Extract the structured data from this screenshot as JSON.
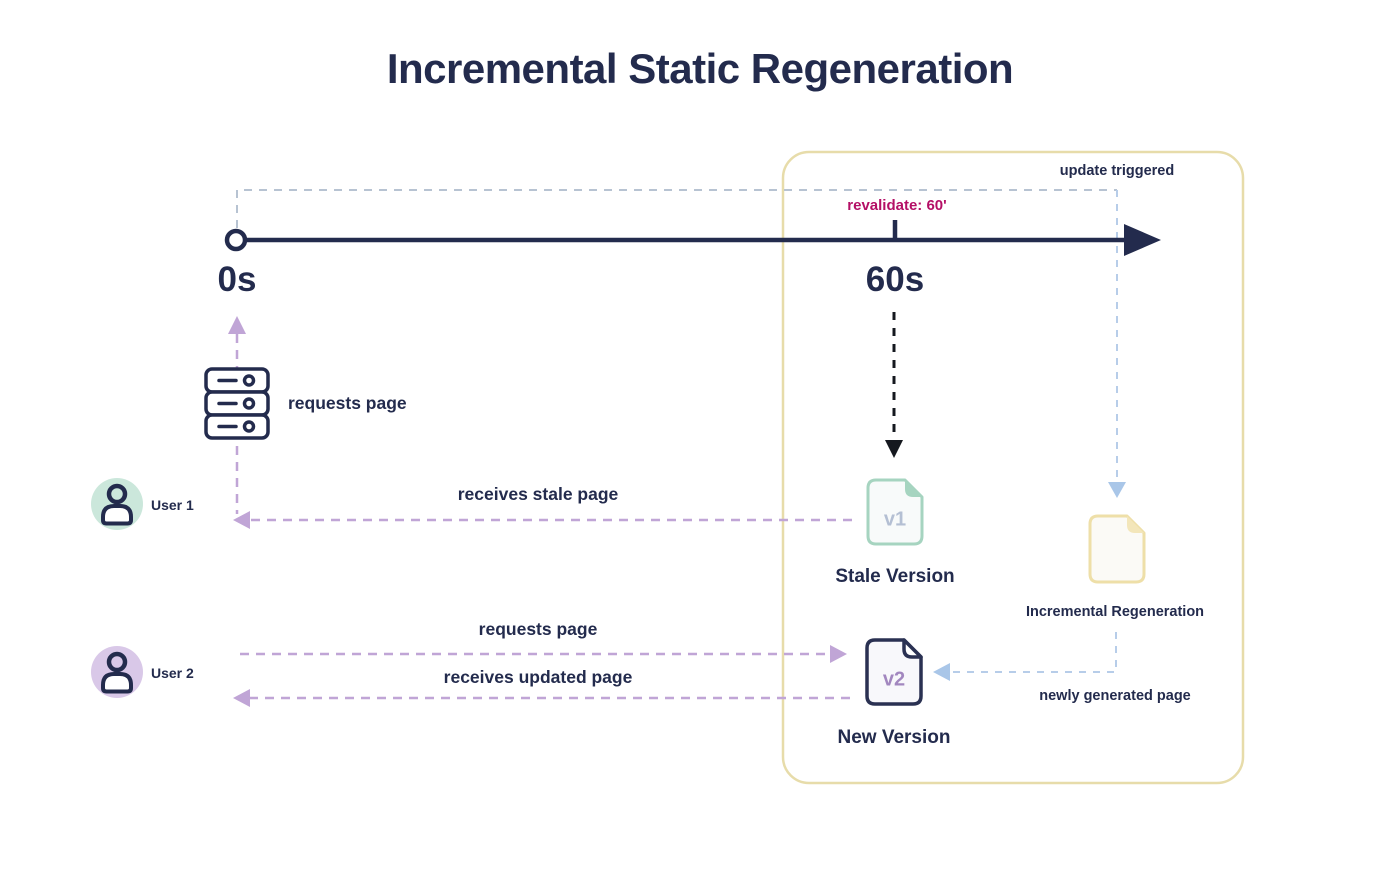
{
  "title": "Incremental Static Regeneration",
  "timeline": {
    "start_label": "0s",
    "end_label": "60s",
    "revalidate_label": "revalidate: 60'",
    "update_triggered_label": "update triggered"
  },
  "server": {
    "request_label": "requests page"
  },
  "users": [
    {
      "label": "User 1",
      "receive_label": "receives stale page"
    },
    {
      "label": "User 2",
      "request_label": "requests page",
      "receive_label": "receives updated page"
    }
  ],
  "documents": {
    "stale": {
      "badge": "v1",
      "label": "Stale Version"
    },
    "regeneration": {
      "label": "Incremental Regeneration",
      "result_label": "newly generated page"
    },
    "new": {
      "badge": "v2",
      "label": "New Version"
    }
  },
  "icons": {
    "server": "server-icon",
    "user1": "user-avatar-icon",
    "user2": "user-avatar-icon",
    "stale_doc": "document-icon",
    "regeneration_doc": "document-icon",
    "new_doc": "document-icon"
  },
  "colors": {
    "navy": "#232b4d",
    "magenta": "#b40f66",
    "purple_dash": "#c0a5d6",
    "blue_dash": "#b7cde9",
    "gray_dash": "#b7c3d2",
    "black_dash": "#15181f",
    "green_doc_border": "#a6d4c0",
    "yellow_box_border": "#e7dcaa",
    "yellow_doc_border": "#eedfa8",
    "avatar_user1_bg": "#cbe7db",
    "avatar_user2_bg": "#d9c8e8",
    "v1_badge_color": "#b4bfd3",
    "v2_badge_color": "#a287bf"
  }
}
